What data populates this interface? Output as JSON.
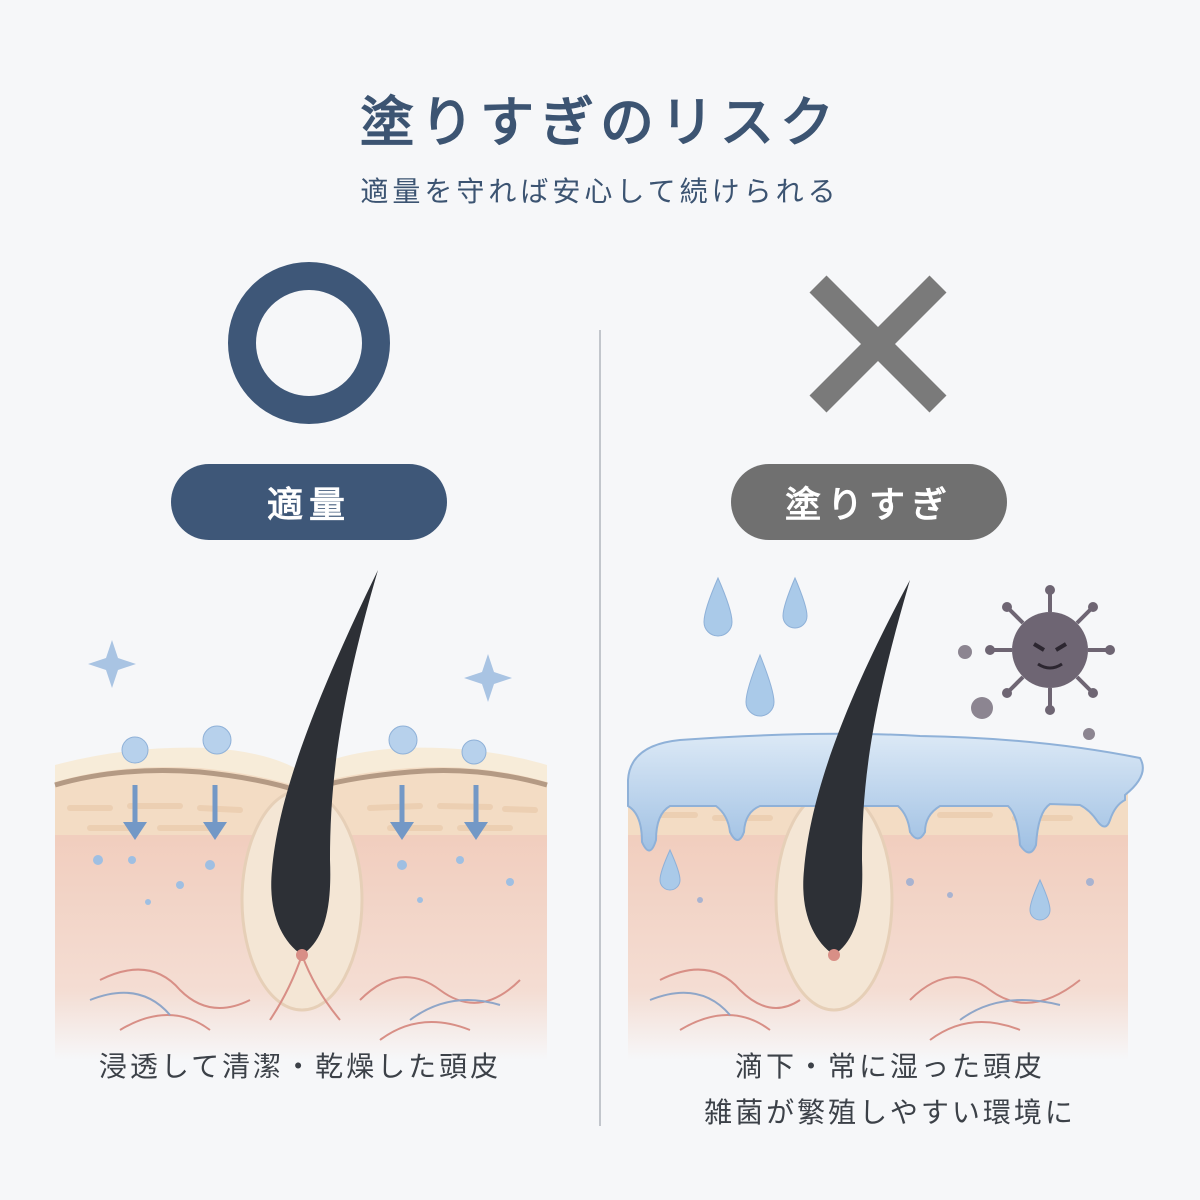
{
  "header": {
    "title": "塗りすぎのリスク",
    "subtitle": "適量を守れば安心して続けられる"
  },
  "left_panel": {
    "mark_icon": "circle-o",
    "label": "適量",
    "caption": "浸透して清潔・乾燥した頭皮",
    "accent_color": "#3e5778"
  },
  "right_panel": {
    "mark_icon": "cross-x",
    "label": "塗りすぎ",
    "caption_line1": "滴下・常に湿った頭皮",
    "caption_line2": "雑菌が繁殖しやすい環境に",
    "accent_color": "#707070"
  }
}
